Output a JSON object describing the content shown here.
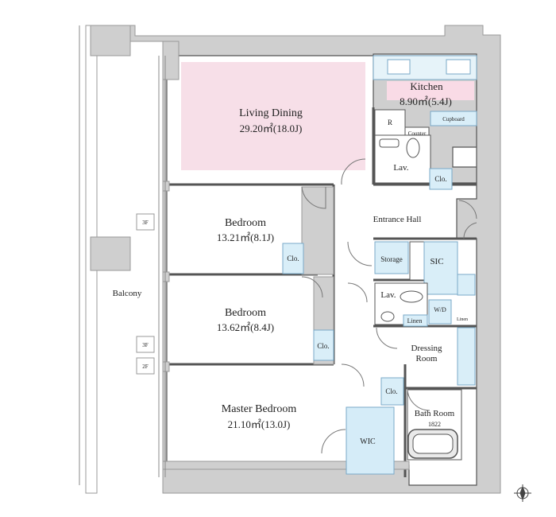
{
  "plan": {
    "colors": {
      "wall": "#cfcfcf",
      "wall_edge": "#9a9a9a",
      "line": "#555555",
      "living_floor": "#f7dfe8",
      "kitchen_band": "#f9dbe6",
      "wet_area": "#d9eef8",
      "wet_edge": "#7aaac8",
      "wic_area": "#d5ecf8"
    },
    "rooms": {
      "living_dining": {
        "name": "Living Dining",
        "area": "29.20㎡(18.0J)"
      },
      "kitchen": {
        "name": "Kitchen",
        "area": "8.90㎡(5.4J)"
      },
      "bedroom1": {
        "name": "Bedroom",
        "area": "13.21㎡(8.1J)"
      },
      "bedroom2": {
        "name": "Bedroom",
        "area": "13.62㎡(8.4J)"
      },
      "master_bedroom": {
        "name": "Master Bedroom",
        "area": "21.10㎡(13.0J)"
      },
      "balcony": {
        "name": "Balcony"
      },
      "entrance_hall": {
        "name": "Entrance Hall"
      },
      "dressing_room": {
        "name_line1": "Dressing",
        "name_line2": "Room"
      },
      "bath_room": {
        "name": "Bath Room",
        "size": "1822"
      }
    },
    "labels": {
      "refrigerator": "R",
      "counter": "Counter",
      "cupboard": "Cupboard",
      "lav_top": "Lav.",
      "lav_mid": "Lav.",
      "closet_top": "Clo.",
      "closet_bed1": "Clo.",
      "closet_bed2": "Clo.",
      "closet_master": "Clo.",
      "storage": "Storage",
      "sic": "SIC",
      "wd": "W/D",
      "linen1": "Linen",
      "linen2": "Linen",
      "wic": "WIC"
    },
    "unit_tags": {
      "tag_a": "3F",
      "tag_b": "3F",
      "tag_c": "2F"
    },
    "icons": {
      "compass": "compass-icon"
    }
  }
}
